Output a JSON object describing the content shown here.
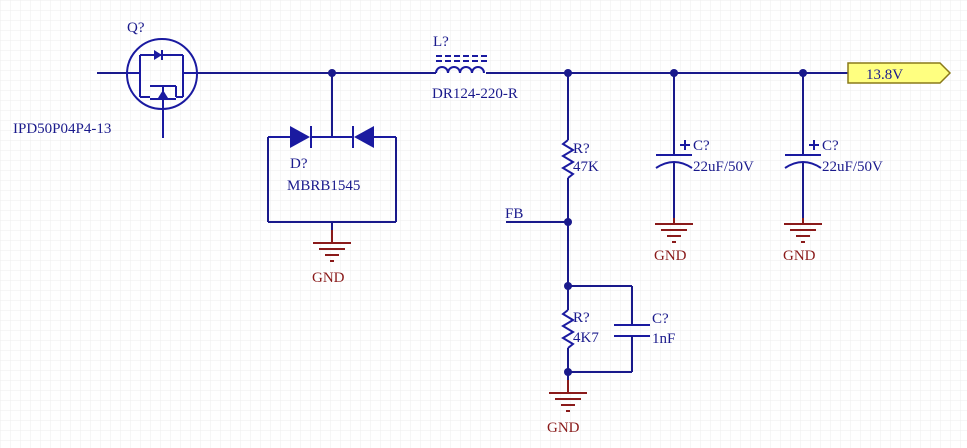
{
  "mosfet": {
    "ref": "Q?",
    "part": "IPD50P04P4-13"
  },
  "diode": {
    "ref": "D?",
    "part": "MBRB1545"
  },
  "inductor": {
    "ref": "L?",
    "part": "DR124-220-R"
  },
  "r_top": {
    "ref": "R?",
    "value": "47K"
  },
  "r_bottom": {
    "ref": "R?",
    "value": "4K7"
  },
  "c_out1": {
    "ref": "C?",
    "value": "22uF/50V"
  },
  "c_out2": {
    "ref": "C?",
    "value": "22uF/50V"
  },
  "c_ff": {
    "ref": "C?",
    "value": "1nF"
  },
  "net_fb": "FB",
  "port_out": "13.8V",
  "gnd_label": "GND",
  "colors": {
    "wire": "#1a1a8c",
    "ground": "#8a1a1a",
    "port_fill": "#ffff80",
    "grid": "#ececec"
  }
}
